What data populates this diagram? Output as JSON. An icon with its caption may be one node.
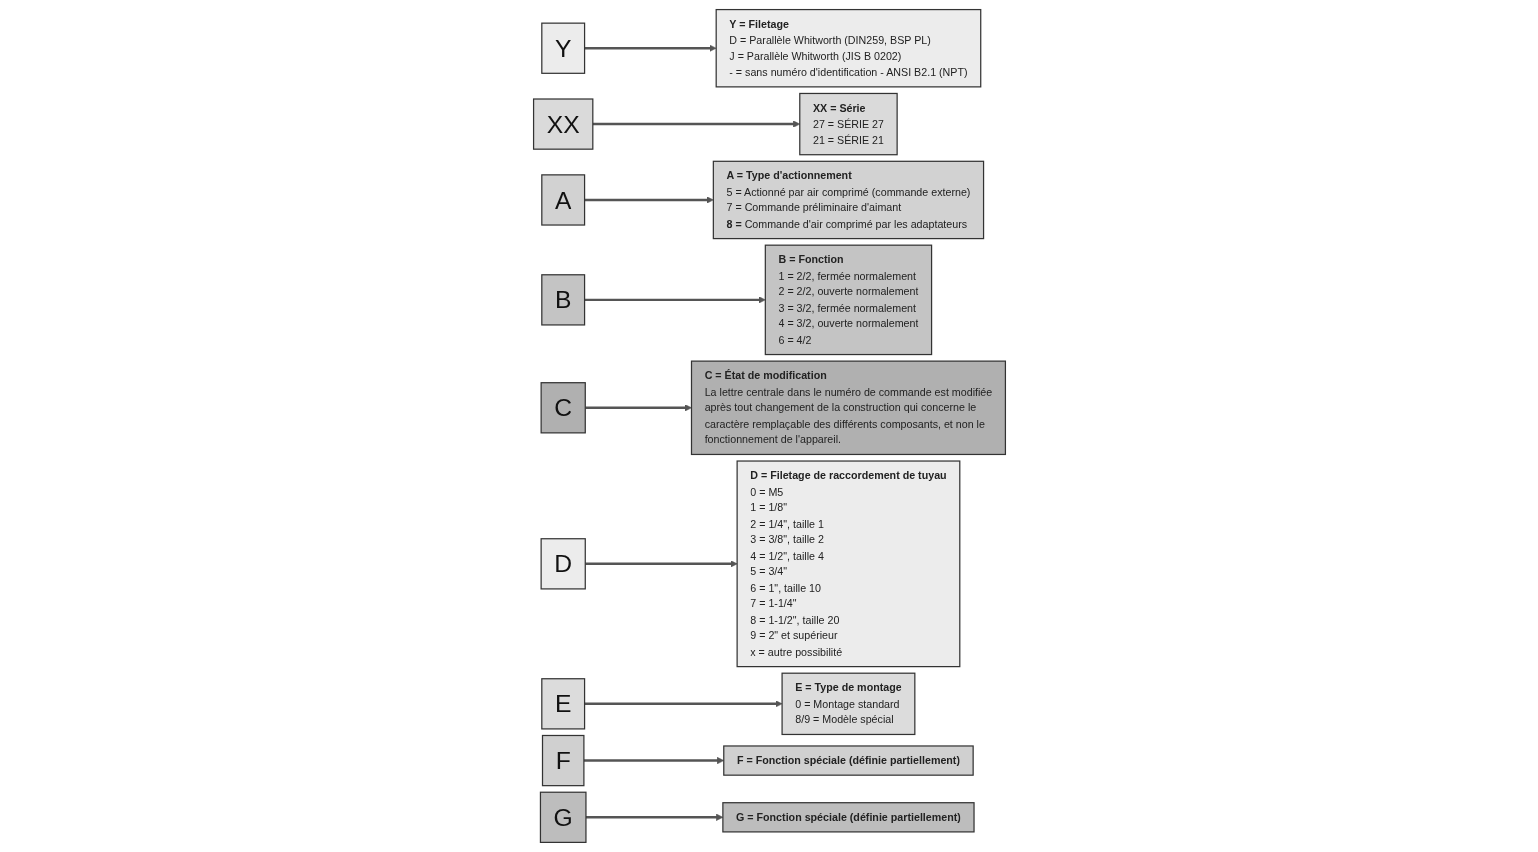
{
  "diagram": {
    "nodes": [
      {
        "text": [
          "Y"
        ]
      },
      {
        "text": [
          "XX"
        ]
      },
      {
        "text": [
          "A"
        ]
      },
      {
        "text": [
          "B"
        ]
      },
      {
        "text": [
          "C"
        ]
      },
      {
        "text": [
          "D"
        ]
      },
      {
        "text": [
          "E"
        ]
      },
      {
        "text": [
          "F"
        ]
      },
      {
        "text": [
          "G"
        ]
      },
      {
        "text": [
          "Y = Filetage",
          "D = Parallèle Whitworth (DIN259, BSP PL)",
          "J  = Parallèle Whitworth (JIS B 0202)",
          "-  = sans numéro d'identification - ANSI B2.1 (NPT)"
        ]
      },
      {
        "text": [
          "XX = Série",
          "27 = SÉRIE 27",
          "21 = SÉRIE 21"
        ]
      },
      {
        "text": [
          "A = Type d'actionnement",
          "5 = Actionné par air comprimé (commande externe)",
          "7 = Commande préliminaire d'aimant",
          "**8 =** Commande d'air comprimé par les adaptateurs"
        ]
      },
      {
        "text": [
          "B = Fonction",
          "1 = 2/2, fermée normalement",
          "2 = 2/2, ouverte normalement",
          "3 = 3/2, fermée normalement",
          "4 = 3/2, ouverte normalement",
          "6 = 4/2"
        ]
      },
      {
        "text": [
          "C = État de modification",
          "La lettre centrale dans le numéro de commande est modifiée après tout changement de la construction qui concerne le caractère remplaçable des différents composants, et non le fonctionnement de l'appareil."
        ]
      },
      {
        "text": [
          "D = Filetage de raccordement de tuyau",
          "0 = M5",
          "1 = 1/8\"",
          "2 = 1/4\", taille 1",
          "3 = 3/8\", taille 2",
          "4 = 1/2\", taille 4",
          "5 = 3/4\"",
          "6 = 1\", taille 10",
          "7 = 1-1/4\"",
          "8 = 1-1/2\", taille 20",
          "9 = 2\" et supérieur",
          "x = autre possibilité"
        ]
      },
      {
        "text": [
          "E = Type de montage",
          "0 = Montage standard",
          "8/9 = Modèle spécial"
        ]
      },
      {
        "text": [
          "F = Fonction spéciale (définie partiellement)"
        ]
      },
      {
        "text": [
          "G = Fonction spéciale (définie partiellement)"
        ]
      }
    ],
    "edges": [
      {
        "from": 0,
        "to": 9,
        "arrow": "to"
      },
      {
        "from": 1,
        "to": 10,
        "arrow": "to"
      },
      {
        "from": 2,
        "to": 11,
        "arrow": "to"
      },
      {
        "from": 3,
        "to": 12,
        "arrow": "to"
      },
      {
        "from": 4,
        "to": 13,
        "arrow": "to"
      },
      {
        "from": 5,
        "to": 14,
        "arrow": "to"
      },
      {
        "from": 6,
        "to": 15,
        "arrow": "to"
      },
      {
        "from": 7,
        "to": 16,
        "arrow": "to"
      },
      {
        "from": 8,
        "to": 17,
        "arrow": "to"
      }
    ]
  }
}
